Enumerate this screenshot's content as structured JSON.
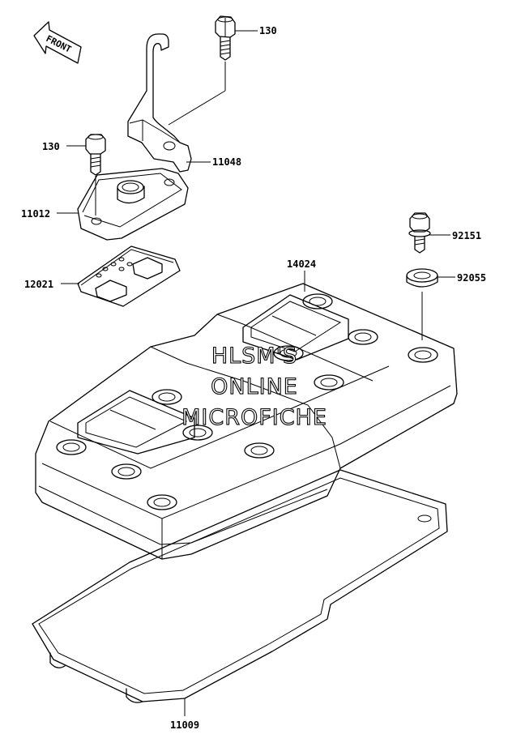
{
  "front_arrow": {
    "text": "FRONT",
    "icon": "front-arrow-icon"
  },
  "parts": [
    {
      "id": "bolt-130-top",
      "label": "130"
    },
    {
      "id": "bracket",
      "label": "11048"
    },
    {
      "id": "bolt-130-left",
      "label": "130"
    },
    {
      "id": "breather-cover",
      "label": "11012"
    },
    {
      "id": "breather-gasket",
      "label": "12021"
    },
    {
      "id": "cylinder-head-cover",
      "label": "14024"
    },
    {
      "id": "cover-bolt",
      "label": "92151"
    },
    {
      "id": "cover-washer",
      "label": "92055"
    },
    {
      "id": "head-cover-gasket",
      "label": "11009"
    }
  ],
  "watermark": {
    "lines": [
      "HLSM'S",
      "ONLINE",
      "MICROFICHE"
    ]
  }
}
